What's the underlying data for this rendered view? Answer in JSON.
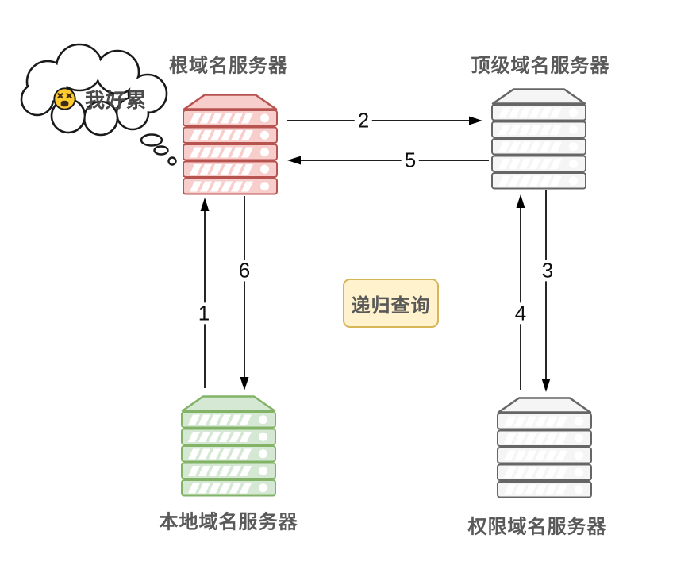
{
  "diagram": {
    "title_badge": {
      "text": "递归查询",
      "fill": "#fff2cc",
      "border": "#d6b656"
    },
    "thought_bubble": {
      "emoji": "tired-face",
      "text": "我好累",
      "emoji_color": "#ffcb2e"
    },
    "nodes": {
      "root": {
        "label": "根域名服务器",
        "fill": "#f8cecc",
        "stroke": "#b85450"
      },
      "tld": {
        "label": "顶级域名服务器",
        "fill": "#f5f5f5",
        "stroke": "#666666"
      },
      "local": {
        "label": "本地域名服务器",
        "fill": "#d5e8d4",
        "stroke": "#82b366"
      },
      "auth": {
        "label": "权限域名服务器",
        "fill": "#f5f5f5",
        "stroke": "#666666"
      }
    },
    "arrows": [
      {
        "label": "1",
        "from": "local",
        "to": "root",
        "direction": "up"
      },
      {
        "label": "2",
        "from": "root",
        "to": "tld",
        "direction": "right"
      },
      {
        "label": "3",
        "from": "tld",
        "to": "auth",
        "direction": "down"
      },
      {
        "label": "4",
        "from": "auth",
        "to": "tld",
        "direction": "up"
      },
      {
        "label": "5",
        "from": "tld",
        "to": "root",
        "direction": "left"
      },
      {
        "label": "6",
        "from": "root",
        "to": "local",
        "direction": "down"
      }
    ],
    "arrow_color": "#000000",
    "label_color": "#595959"
  }
}
